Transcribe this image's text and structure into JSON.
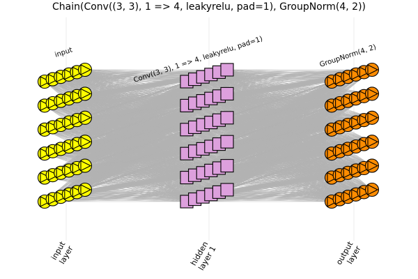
{
  "title": "Chain(Conv((3, 3), 1 => 4, leakyrelu, pad=1), GroupNorm(4, 2))",
  "stages": [
    {
      "label": "input"
    },
    {
      "label": "Conv((3, 3), 1 => 4, leakyrelu, pad=1)"
    },
    {
      "label": "GroupNorm(4, 2)"
    }
  ],
  "axis_labels": [
    {
      "line1": "input",
      "line2": "layer"
    },
    {
      "line1": "hidden",
      "line2": "layer 1"
    },
    {
      "line1": "output",
      "line2": "layer"
    }
  ],
  "colors": {
    "input_node": "#ffff00",
    "hidden_node": "#dda0dd",
    "output_node": "#ff8c00",
    "edge": "#b3b3b3",
    "grid": "#ebebeb"
  },
  "icons": {
    "input_node": "circle-with-right-triangle-icon",
    "hidden_node": "square-icon",
    "output_node": "circle-with-right-triangle-icon"
  },
  "layers": [
    {
      "rows": 6,
      "per_row": 6
    },
    {
      "rows": 6,
      "per_row": 6
    },
    {
      "rows": 6,
      "per_row": 6
    }
  ]
}
